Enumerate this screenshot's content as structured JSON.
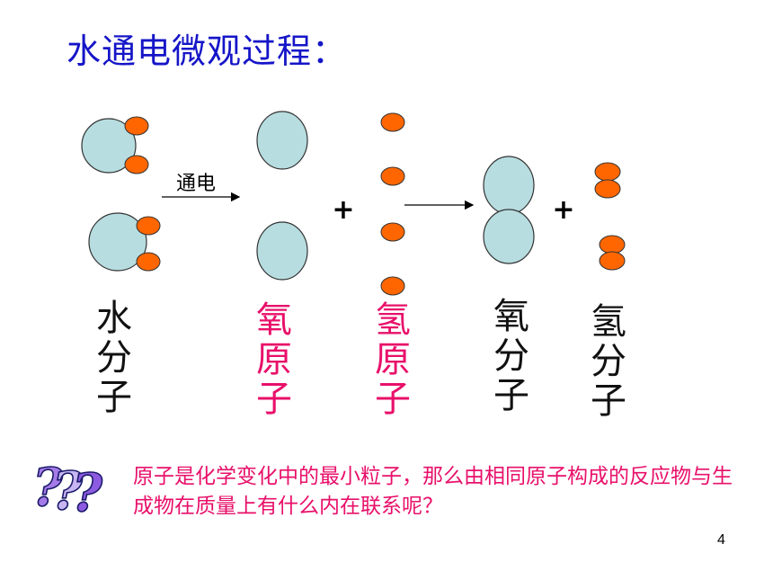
{
  "title": "水通电微观过程：",
  "arrow_label": "通电",
  "plus_sign": "+",
  "labels": {
    "water_molecule": [
      "水",
      "分",
      "子"
    ],
    "oxygen_atom": [
      "氧",
      "原",
      "子"
    ],
    "hydrogen_atom": [
      "氢",
      "原",
      "子"
    ],
    "oxygen_molecule": [
      "氧",
      "分",
      "子"
    ],
    "hydrogen_molecule": [
      "氢",
      "分",
      "子"
    ]
  },
  "question_text": "原子是化学变化中的最小粒子，那么由相同原子构成的反应物与生成物在质量上有什么内在联系呢？",
  "page_number": "4",
  "colors": {
    "title": "#1515c8",
    "oxygen_atom": "#b7dde0",
    "hydrogen_atom": "#ff6600",
    "highlight_text": "#e8106a",
    "question_marks": "#7b2fd0"
  },
  "icons": {
    "question_marks": "triple-question-mark-icon"
  }
}
